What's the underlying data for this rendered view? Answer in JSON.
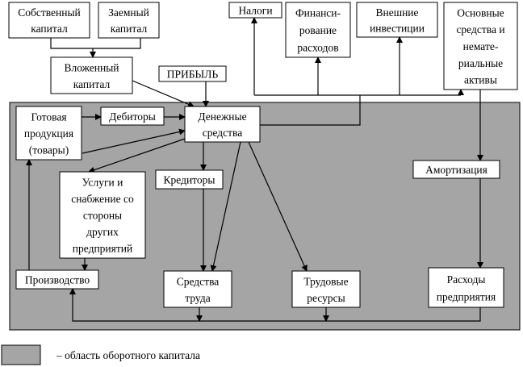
{
  "colors": {
    "working_capital_area": "#a5a5a5",
    "box_fill": "#ffffff",
    "line": "#000000"
  },
  "boxes": {
    "own_capital": [
      "Собственный",
      "капитал"
    ],
    "borrowed_capital": [
      "Заемный",
      "капитал"
    ],
    "invested_capital": [
      "Вложенный",
      "капитал"
    ],
    "profit": [
      "ПРИБЫЛЬ"
    ],
    "taxes": [
      "Налоги"
    ],
    "expense_financing": [
      "Финанси-",
      "рование",
      "расходов"
    ],
    "external_investments": [
      "Внешние",
      "инвестиции"
    ],
    "fixed_assets": [
      "Основные",
      "средства и",
      "немате-",
      "риальные",
      "активы"
    ],
    "finished_goods": [
      "Готовая",
      "продукция",
      "(товары)"
    ],
    "debtors": [
      "Дебиторы"
    ],
    "cash": [
      "Денежные",
      "средства"
    ],
    "services_supply": [
      "Услуги и",
      "снабжение со",
      "стороны",
      "других",
      "предприятий"
    ],
    "creditors": [
      "Кредиторы"
    ],
    "production": [
      "Производство"
    ],
    "means_of_labor": [
      "Средства",
      "труда"
    ],
    "labor_resources": [
      "Трудовые",
      "ресурсы"
    ],
    "depreciation": [
      "Амортизация"
    ],
    "enterprise_expenses": [
      "Расходы",
      "предприятия"
    ]
  },
  "legend": {
    "label": "– область оборотного капитала"
  }
}
